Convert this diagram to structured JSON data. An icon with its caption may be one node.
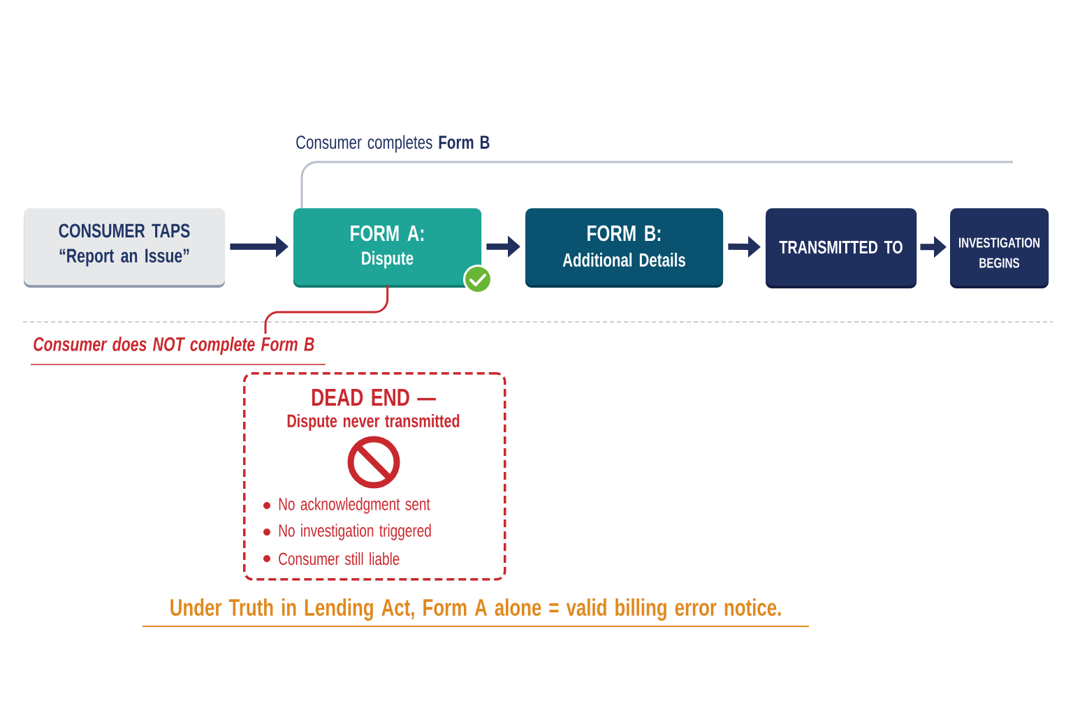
{
  "diagram": {
    "nodes": [
      {
        "text": [
          "CONSUMER TAPS “Report an Issue”"
        ]
      },
      {
        "text": [
          "FORM A:",
          "Dispute"
        ]
      },
      {
        "text": [
          "FORM B:",
          "Additional Details"
        ]
      },
      {
        "text": [
          "TRANSMITTED TO"
        ]
      },
      {
        "text": [
          "INVESTIGATION BEGINS"
        ]
      },
      {
        "text": [
          "Consumer does NOT complete Form B"
        ]
      },
      {
        "text": [
          "DEAD END —",
          "Dispute never transmitted",
          "No acknowledgment sent",
          "No investigation triggered",
          "Consumer still liable"
        ]
      }
    ],
    "edges": [
      {
        "from": 0,
        "to": 1,
        "arrow": "to"
      },
      {
        "from": 1,
        "to": 2,
        "arrow": "to"
      },
      {
        "from": 2,
        "to": 3,
        "arrow": "to"
      },
      {
        "from": 3,
        "to": 4,
        "arrow": "to"
      },
      {
        "from": 1,
        "to": null,
        "arrow": "none",
        "label": "Consumer completes **Form B**",
        "color": "#b9bfcc"
      },
      {
        "from": 1,
        "to": 5,
        "arrow": "none",
        "color": "#c9282e"
      }
    ],
    "labels": [
      "Under Truth in Lending Act, Form A alone = valid billing error notice."
    ]
  }
}
